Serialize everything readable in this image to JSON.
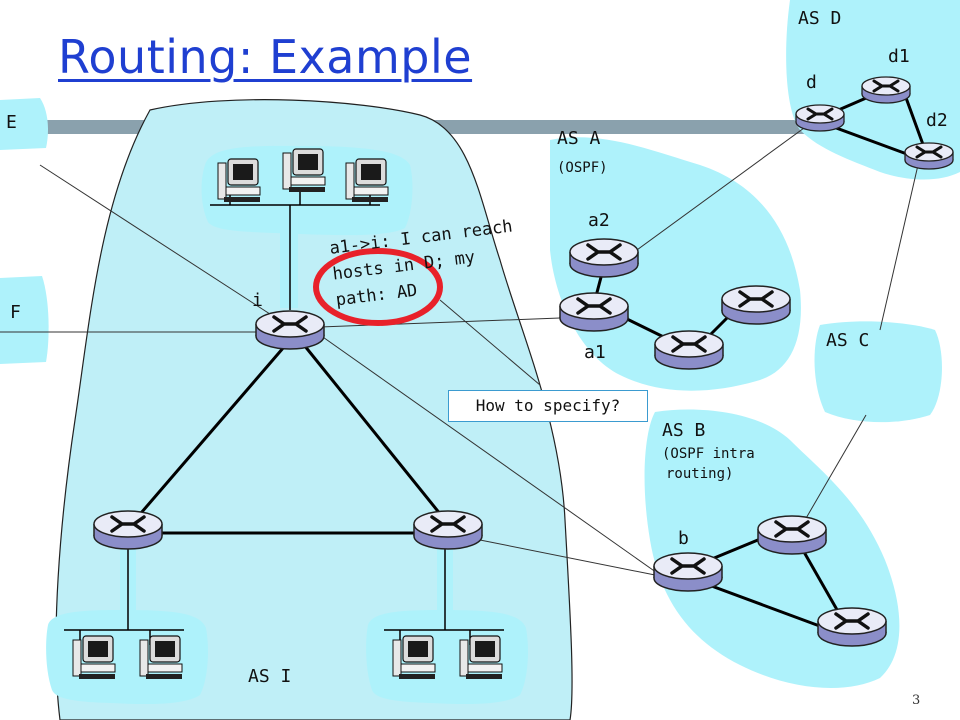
{
  "title": "Routing: Example",
  "page_number": "3",
  "colors": {
    "as_fill": "#bfeff7",
    "as_fill_bright": "#aef2fb",
    "title": "#1f3fd1",
    "bar": "#8aa1ad",
    "highlight": "#e8212a",
    "link": "#000000"
  },
  "as_labels": {
    "as_d": "AS D",
    "as_a": "AS A",
    "as_a_sub": "(OSPF)",
    "as_c": "AS C",
    "as_b": "AS B",
    "as_b_sub1": "(OSPF intra",
    "as_b_sub2": "routing)",
    "as_i": "AS I",
    "as_e": "E",
    "as_f": "F"
  },
  "router_labels": {
    "d": "d",
    "d1": "d1",
    "d2": "d2",
    "a2": "a2",
    "a1": "a1",
    "b": "b",
    "i": "i"
  },
  "message": {
    "line1": "a1->i: I can reach",
    "line2": "hosts in D; my",
    "line3": "path: AD"
  },
  "callout": "How to specify?"
}
